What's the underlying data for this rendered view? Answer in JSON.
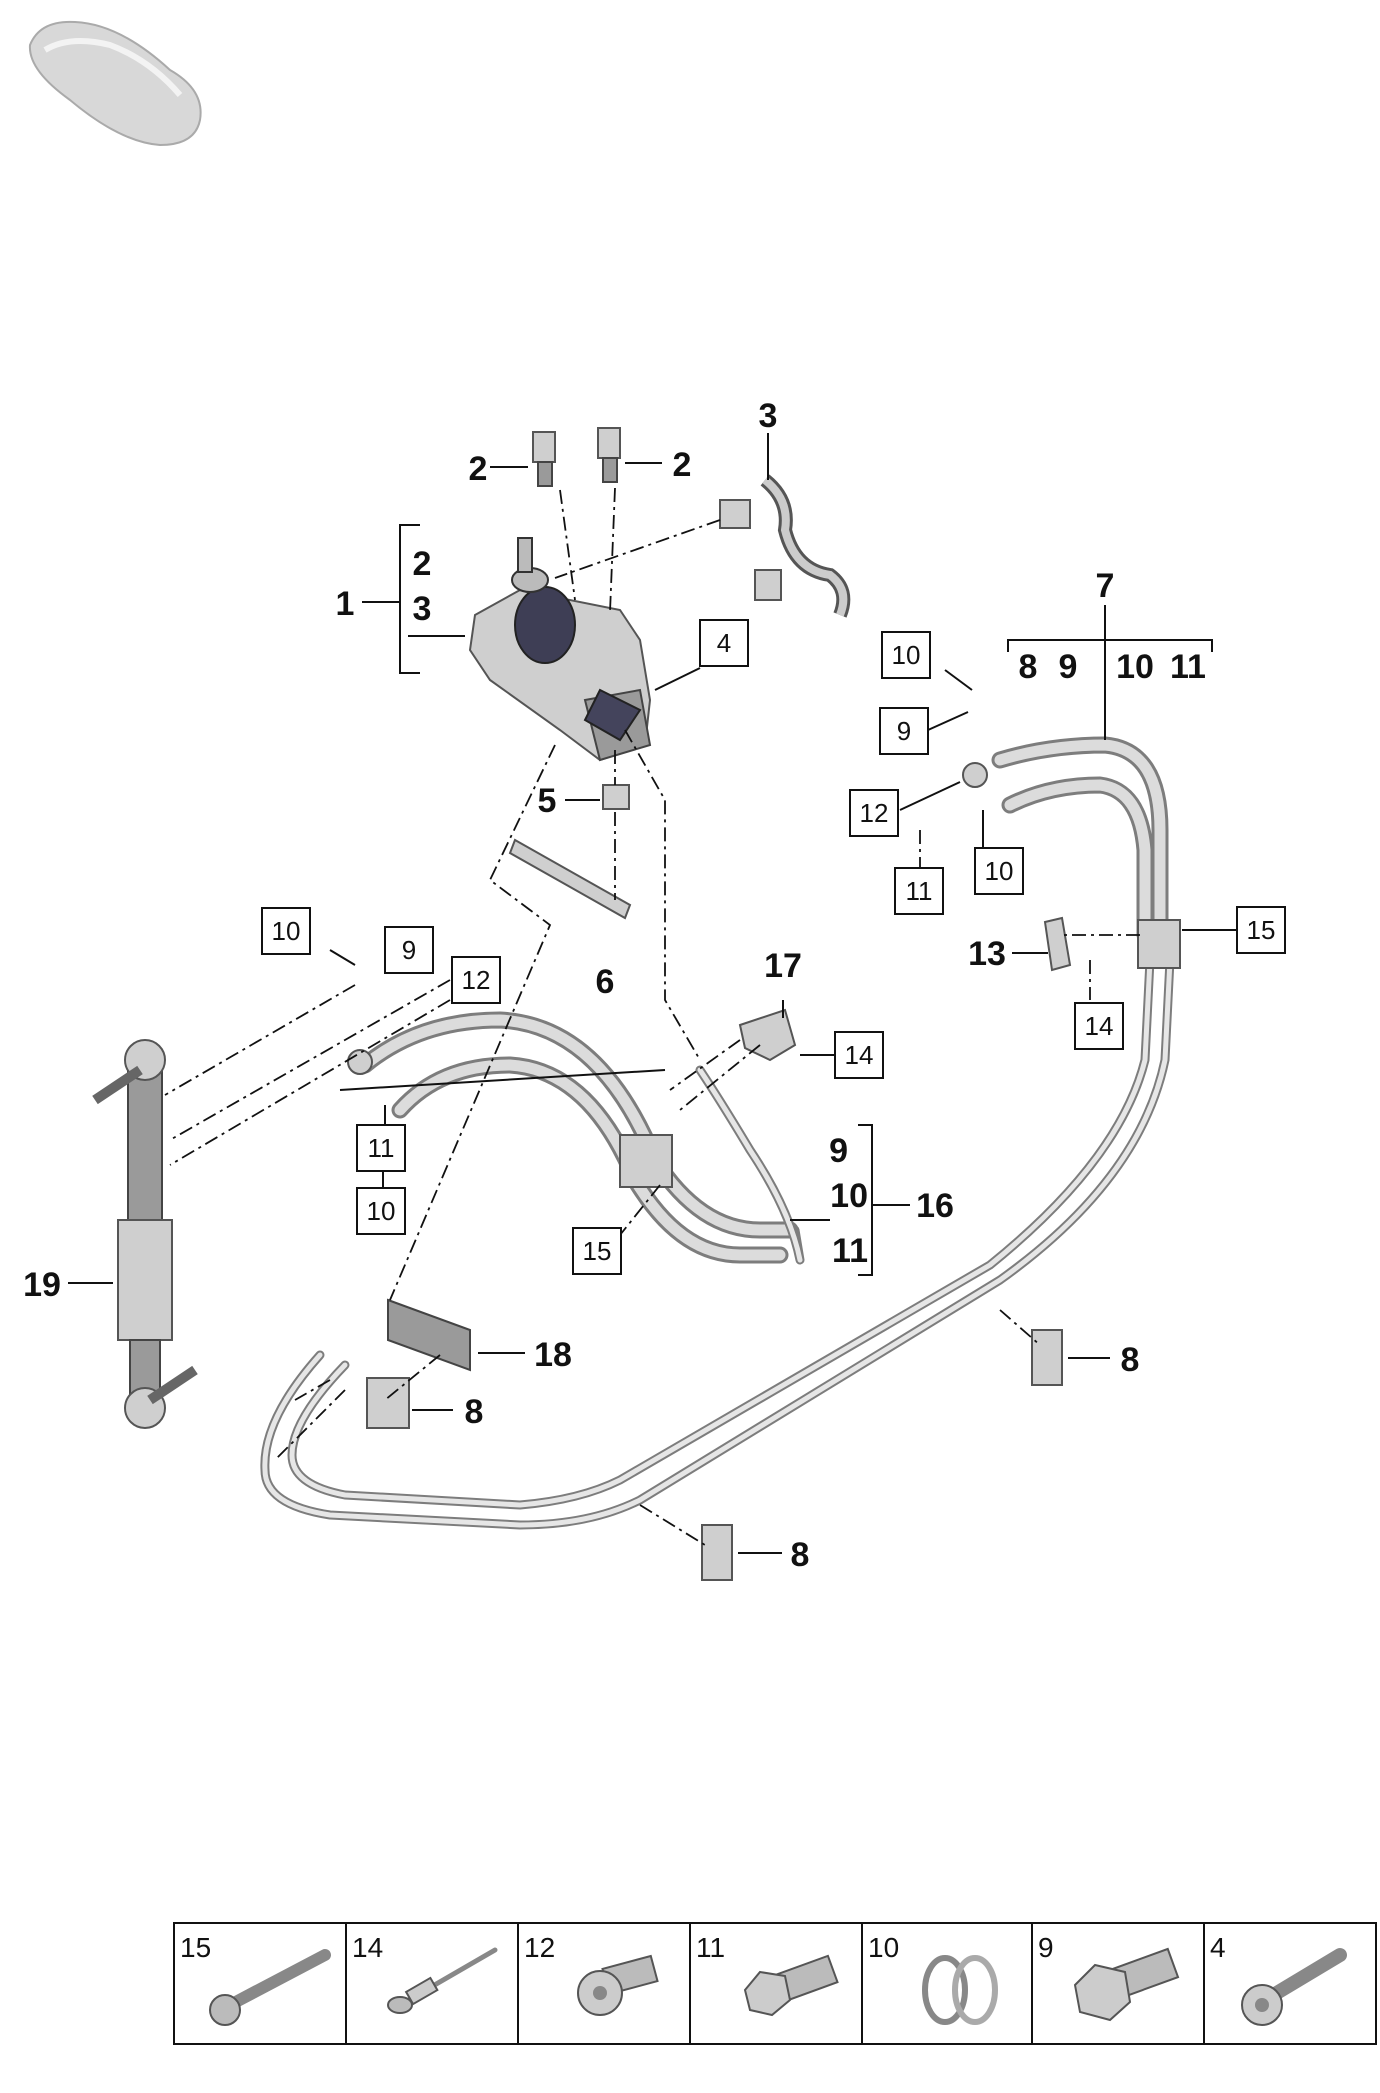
{
  "callouts": {
    "n1": "1",
    "n2a": "2",
    "n2b": "2",
    "n2c": "2",
    "n3a": "3",
    "n3b": "3",
    "n5": "5",
    "n6": "6",
    "n7": "7",
    "n8a": "8",
    "n9a": "9",
    "n10a": "10",
    "n11a": "11",
    "n8b": "8",
    "n8c": "8",
    "n8d": "8",
    "n9b": "9",
    "n10b": "10",
    "n11b": "11",
    "n13": "13",
    "n16": "16",
    "n17": "17",
    "n18": "18",
    "n19": "19"
  },
  "boxed": {
    "b4": "4",
    "b10a": "10",
    "b9a": "9",
    "b12a": "12",
    "b11a": "11",
    "b10b": "10",
    "b15a": "15",
    "b14a": "14",
    "b10c": "10",
    "b9b": "9",
    "b12b": "12",
    "b11b": "11",
    "b10d": "10",
    "b15b": "15",
    "b14b": "14"
  },
  "legend": [
    {
      "number": "15",
      "icon": "long-bolt-icon"
    },
    {
      "number": "14",
      "icon": "blind-rivet-icon"
    },
    {
      "number": "12",
      "icon": "torx-screw-icon"
    },
    {
      "number": "11",
      "icon": "banjo-bolt-icon"
    },
    {
      "number": "10",
      "icon": "seal-ring-icon"
    },
    {
      "number": "9",
      "icon": "hex-banjo-bolt-icon"
    },
    {
      "number": "4",
      "icon": "flange-bolt-icon"
    }
  ],
  "colors": {
    "line": "#111111",
    "part_light": "#cfcfcf",
    "part_dark": "#555555"
  }
}
